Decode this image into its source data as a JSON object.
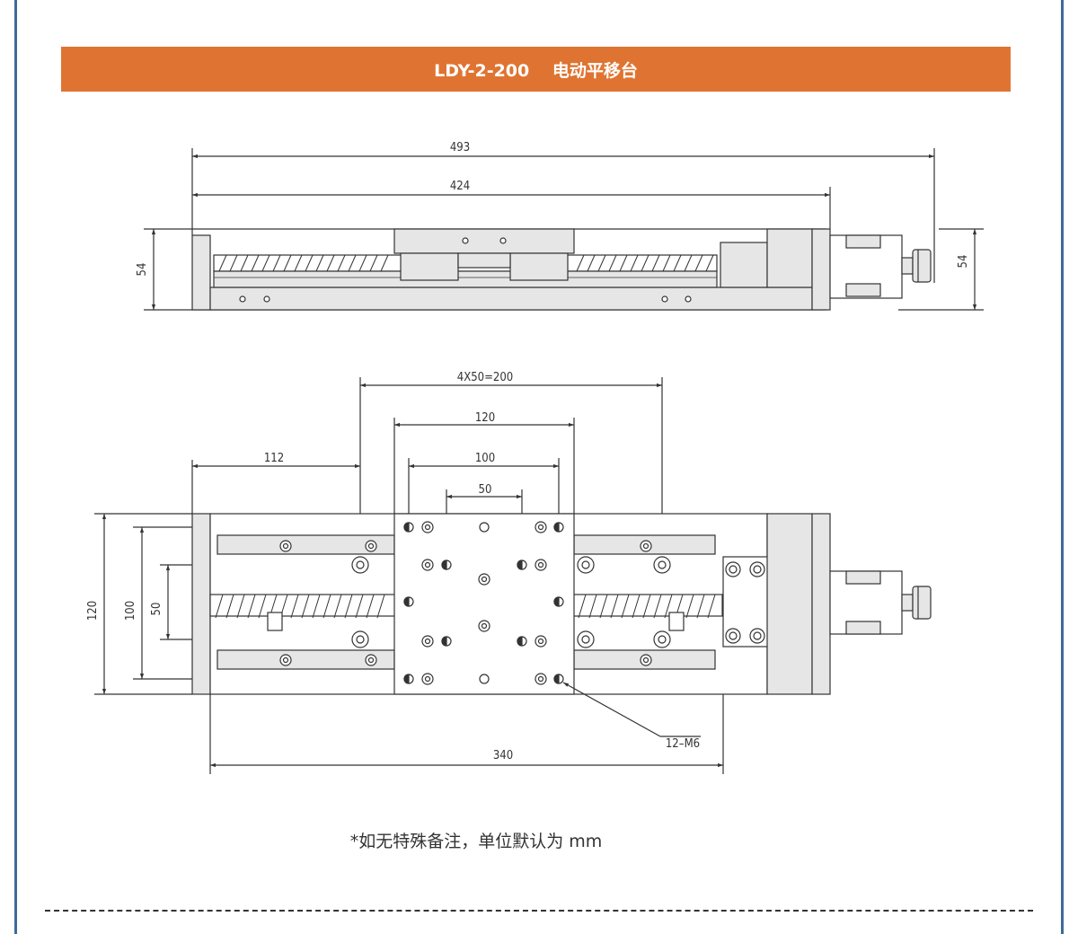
{
  "header": {
    "title": "LDY-2-200　 电动平移台"
  },
  "side_view": {
    "dims": {
      "total_length": "493",
      "body_length": "424",
      "height_left": "54",
      "height_right": "54"
    }
  },
  "top_view": {
    "dims": {
      "hole_span": "4X50=200",
      "plate_width": "120",
      "hole_pitch_100": "100",
      "hole_pitch_50": "50",
      "offset_112": "112",
      "base_width": "120",
      "width_100": "100",
      "width_50": "50",
      "base_length": "340",
      "thread_callout": "12–M6"
    }
  },
  "footer": {
    "note": "*如无特殊备注，单位默认为 mm"
  },
  "colors": {
    "banner": "#df7432",
    "side_rule": "#3e6a9c",
    "line": "#333333",
    "part_fill": "#e6e6e6"
  }
}
